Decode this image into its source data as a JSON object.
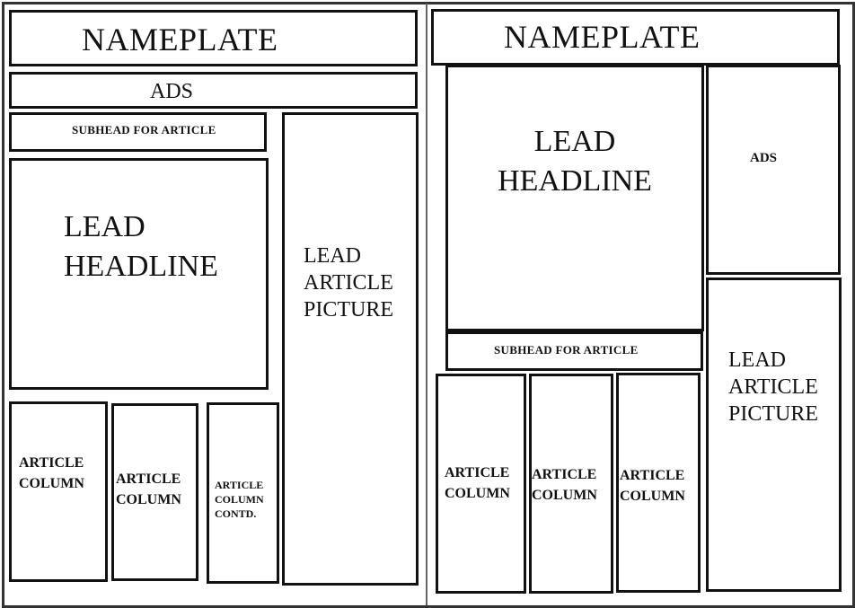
{
  "left_layout": {
    "nameplate": "NAMEPLATE",
    "ads": "ADS",
    "subhead": "SUBHEAD  FOR ARTICLE",
    "lead_headline": "LEAD\nHEADLINE",
    "lead_picture": "LEAD\nARTICLE\nPICTURE",
    "columns": [
      "ARTICLE\nCOLUMN",
      "ARTICLE\nCOLUMN",
      "ARTICLE\nCOLUMN\nCONTD."
    ]
  },
  "right_layout": {
    "nameplate": "NAMEPLATE",
    "lead_headline": "LEAD\nHEADLINE",
    "ads": "ADS",
    "subhead": "SUBHEAD  FOR ARTICLE",
    "lead_picture": "LEAD\nARTICLE\nPICTURE",
    "columns": [
      "ARTICLE\nCOLUMN",
      "ARTICLE\nCOLUMN",
      "ARTICLE\nCOLUMN"
    ]
  }
}
